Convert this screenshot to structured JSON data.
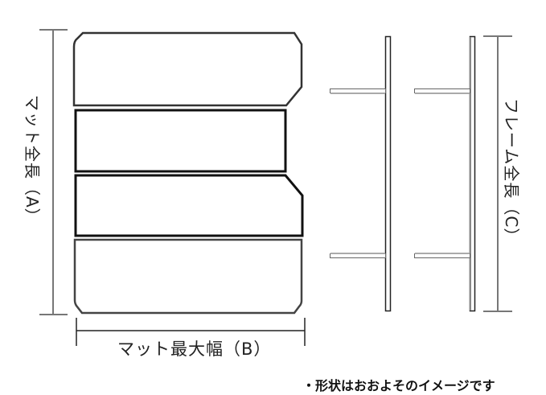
{
  "labels": {
    "mat_length": "マット全長（A）",
    "mat_width": "マット最大幅（B）",
    "frame_length": "フレーム全長（C）"
  },
  "note": "・形状はおおよそのイメージです",
  "colors": {
    "outline": "#222222",
    "dimension_line": "#777777",
    "frame_arm_shadow": "#aaaaaa"
  },
  "mat_pieces": [
    {
      "id": 1,
      "shape": "top-left-round-right-chamfered"
    },
    {
      "id": 2,
      "shape": "rectangle"
    },
    {
      "id": 3,
      "shape": "top-right-chamfered"
    },
    {
      "id": 4,
      "shape": "bottom-chamfered"
    }
  ],
  "frames": [
    {
      "id": 1,
      "arms": 2
    },
    {
      "id": 2,
      "arms": 2
    }
  ]
}
